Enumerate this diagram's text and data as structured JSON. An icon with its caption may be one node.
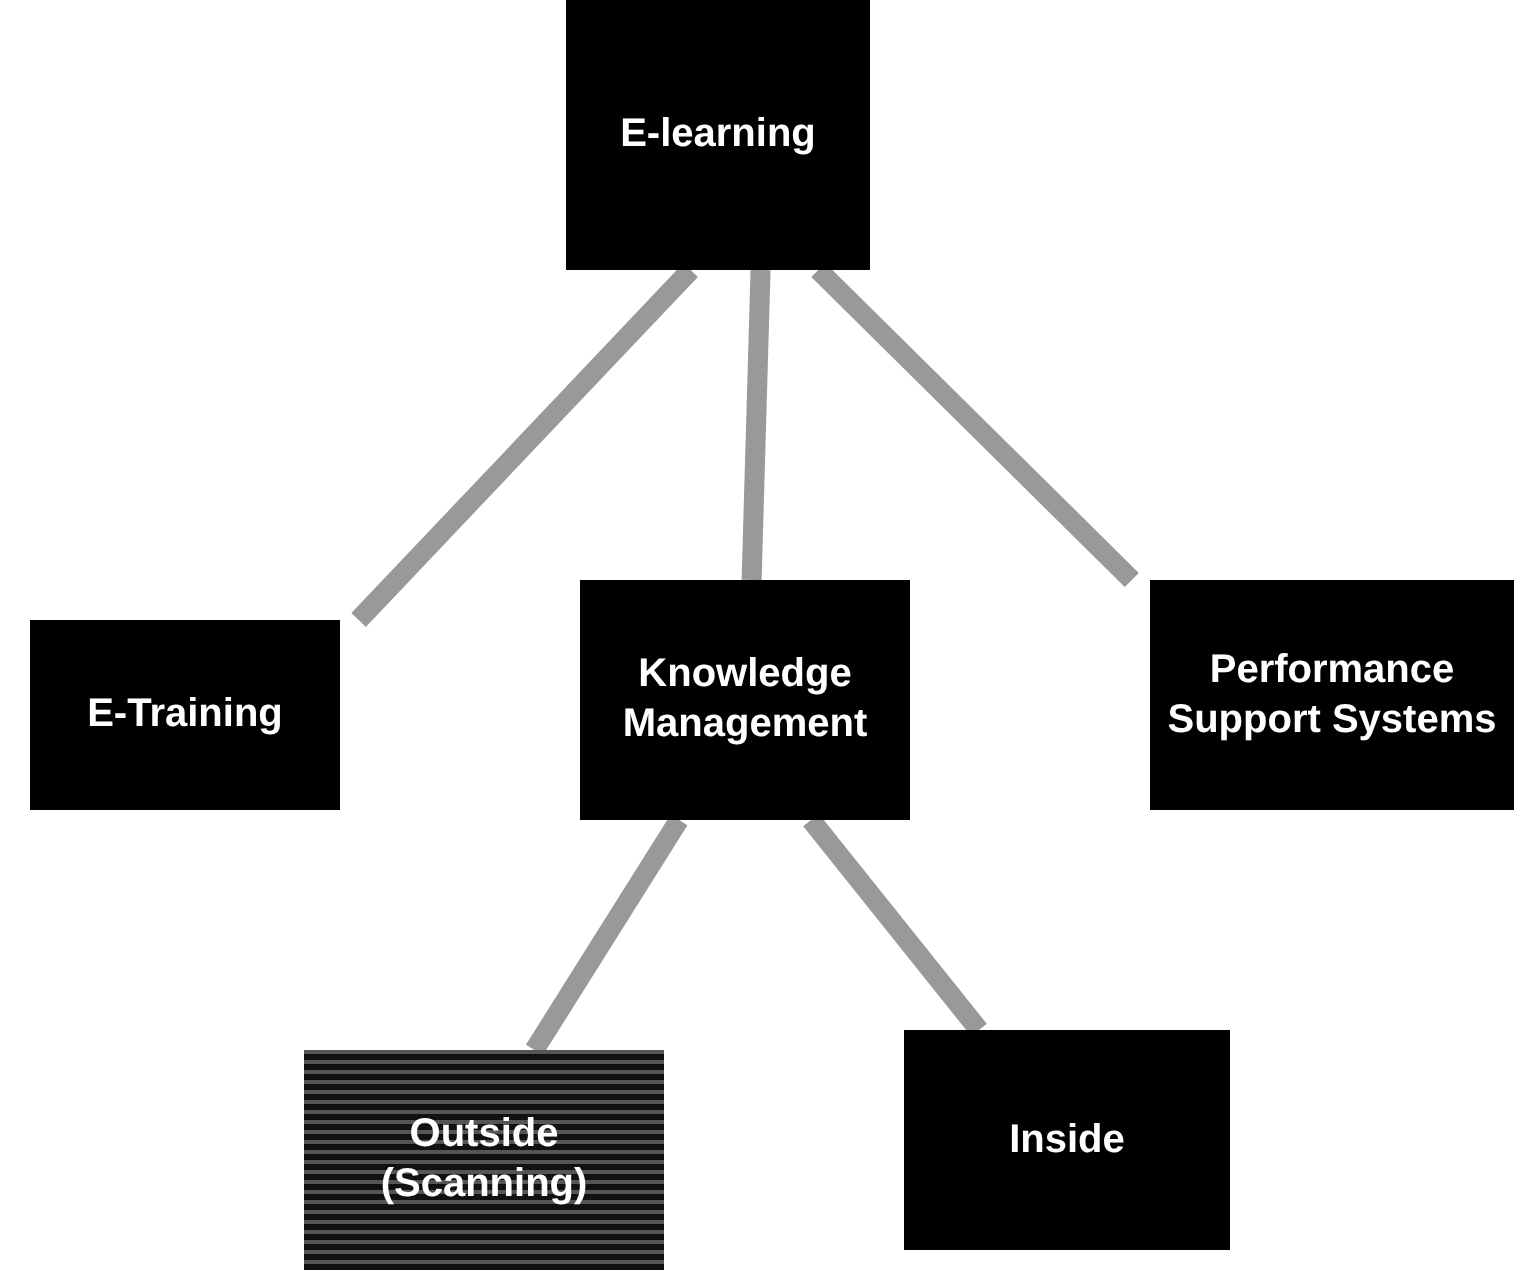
{
  "diagram": {
    "nodes": [
      {
        "text": [
          "E-learning"
        ]
      },
      {
        "text": [
          "E-Training"
        ]
      },
      {
        "text": [
          "Knowledge Management"
        ]
      },
      {
        "text": [
          "Performance Support Systems"
        ]
      },
      {
        "text": [
          "Outside (Scanning)"
        ]
      },
      {
        "text": [
          "Inside"
        ]
      }
    ],
    "edges": [
      {
        "from": 0,
        "to": 1,
        "arrow": "none"
      },
      {
        "from": 0,
        "to": 2,
        "arrow": "none"
      },
      {
        "from": 0,
        "to": 3,
        "arrow": "none"
      },
      {
        "from": 2,
        "to": 4,
        "arrow": "none"
      },
      {
        "from": 2,
        "to": 5,
        "arrow": "none"
      }
    ]
  }
}
